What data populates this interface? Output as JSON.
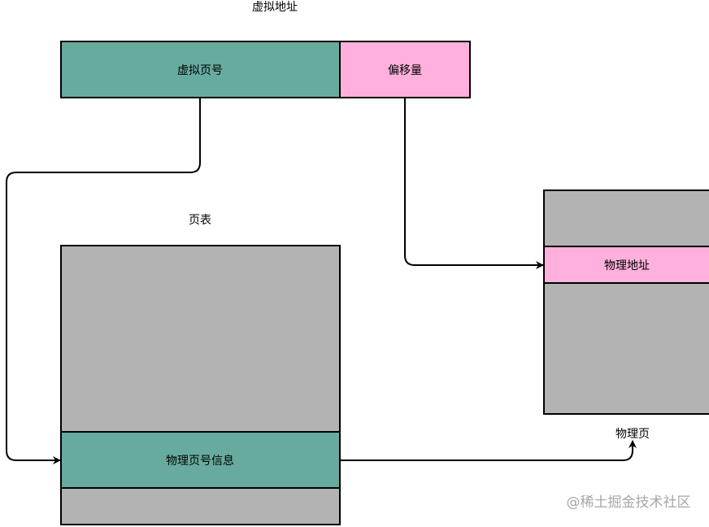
{
  "diagram": {
    "title": "虚拟地址",
    "virtual_address": {
      "page_number_label": "虚拟页号",
      "offset_label": "偏移量"
    },
    "page_table": {
      "title": "页表",
      "entry_label": "物理页号信息"
    },
    "physical_page": {
      "title": "物理页",
      "address_label": "物理地址"
    }
  },
  "watermark": "@稀土掘金技术社区",
  "colors": {
    "green": "#67AB9F",
    "pink": "#FFB0DC",
    "gray": "#B3B3B3"
  }
}
